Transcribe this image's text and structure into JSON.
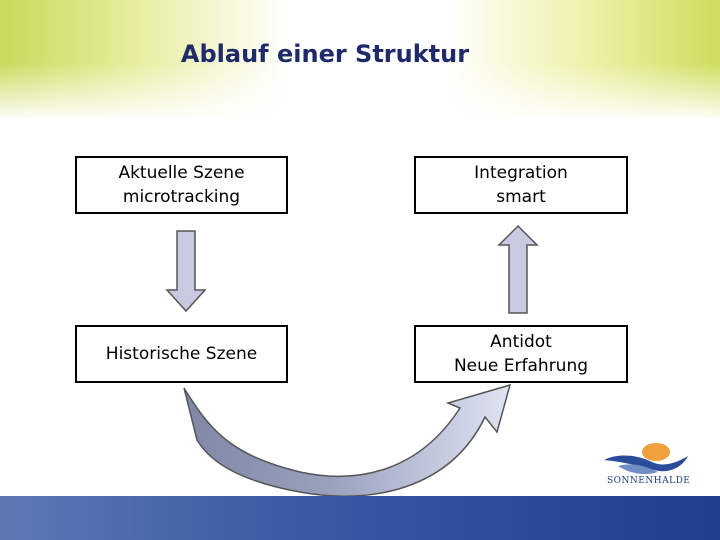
{
  "title": "Ablauf einer Struktur",
  "boxes": {
    "aktuelle_szene": [
      "Aktuelle Szene",
      "microtracking"
    ],
    "integration": [
      "Integration",
      "smart"
    ],
    "historische_szene": [
      "Historische Szene"
    ],
    "antidot": [
      "Antidot",
      "Neue Erfahrung"
    ]
  },
  "logo": {
    "text": "SONNENHALDE"
  },
  "colors": {
    "title": "#1f2a6b",
    "arrow_fill": "#c8cae1",
    "curved_arrow_start": "#8088a8",
    "footer": "#2a4c9a",
    "sun": "#f0a03c"
  }
}
